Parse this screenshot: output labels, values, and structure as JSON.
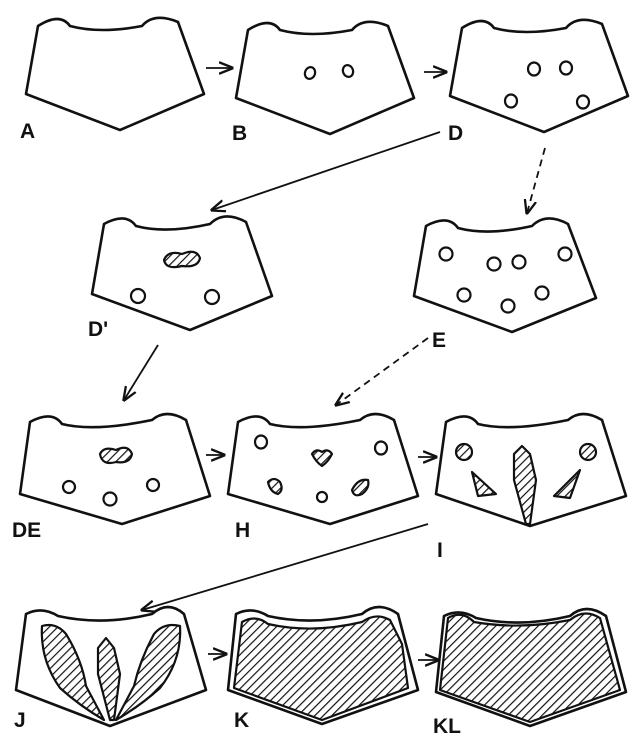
{
  "labels": {
    "A": "A",
    "B": "B",
    "D": "D",
    "D_prime": "D'",
    "E": "E",
    "DE": "DE",
    "H": "H",
    "I": "I",
    "J": "J",
    "K": "K",
    "KL": "KL"
  },
  "colors": {
    "ink": "#111111",
    "paper": "#ffffff"
  }
}
